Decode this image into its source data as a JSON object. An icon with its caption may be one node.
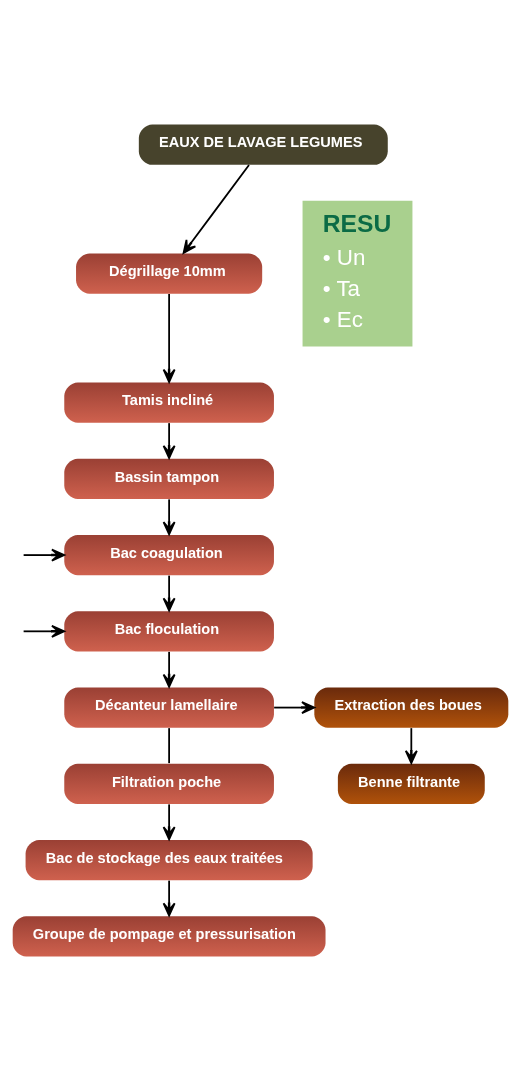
{
  "diagram": {
    "nodes": [
      {
        "text": [
          "EAUX DE LAVAGE LEGUMES"
        ]
      },
      {
        "text": [
          "Dégrillage 10mm"
        ]
      },
      {
        "text": [
          "Tamis incliné"
        ]
      },
      {
        "text": [
          "Bassin tampon"
        ]
      },
      {
        "text": [
          "Bac coagulation"
        ]
      },
      {
        "text": [
          "Bac floculation"
        ]
      },
      {
        "text": [
          "Décanteur lamellaire"
        ]
      },
      {
        "text": [
          "Filtration poche"
        ]
      },
      {
        "text": [
          "Bac de stockage des eaux traitées"
        ]
      },
      {
        "text": [
          "Groupe de pompage et pressurisation"
        ]
      },
      {
        "text": [
          "Extraction des boues"
        ]
      },
      {
        "text": [
          "Benne filtrante"
        ]
      },
      {
        "text": [
          "RESU",
          "• Un",
          "• Ta",
          "• Ec"
        ]
      }
    ],
    "edges": [
      {
        "from": 0,
        "to": 1,
        "arrow": "to"
      },
      {
        "from": 1,
        "to": 2,
        "arrow": "to"
      },
      {
        "from": 2,
        "to": 3,
        "arrow": "to"
      },
      {
        "from": 3,
        "to": 4,
        "arrow": "to"
      },
      {
        "from": null,
        "to": 4,
        "arrow": "to"
      },
      {
        "from": 4,
        "to": 5,
        "arrow": "to"
      },
      {
        "from": null,
        "to": 5,
        "arrow": "to"
      },
      {
        "from": 5,
        "to": 6,
        "arrow": "to"
      },
      {
        "from": 6,
        "to": 7,
        "arrow": "none"
      },
      {
        "from": 7,
        "to": 8,
        "arrow": "to"
      },
      {
        "from": 8,
        "to": 9,
        "arrow": "to"
      },
      {
        "from": 6,
        "to": 10,
        "arrow": "to"
      },
      {
        "from": 10,
        "to": 11,
        "arrow": "to"
      }
    ]
  }
}
